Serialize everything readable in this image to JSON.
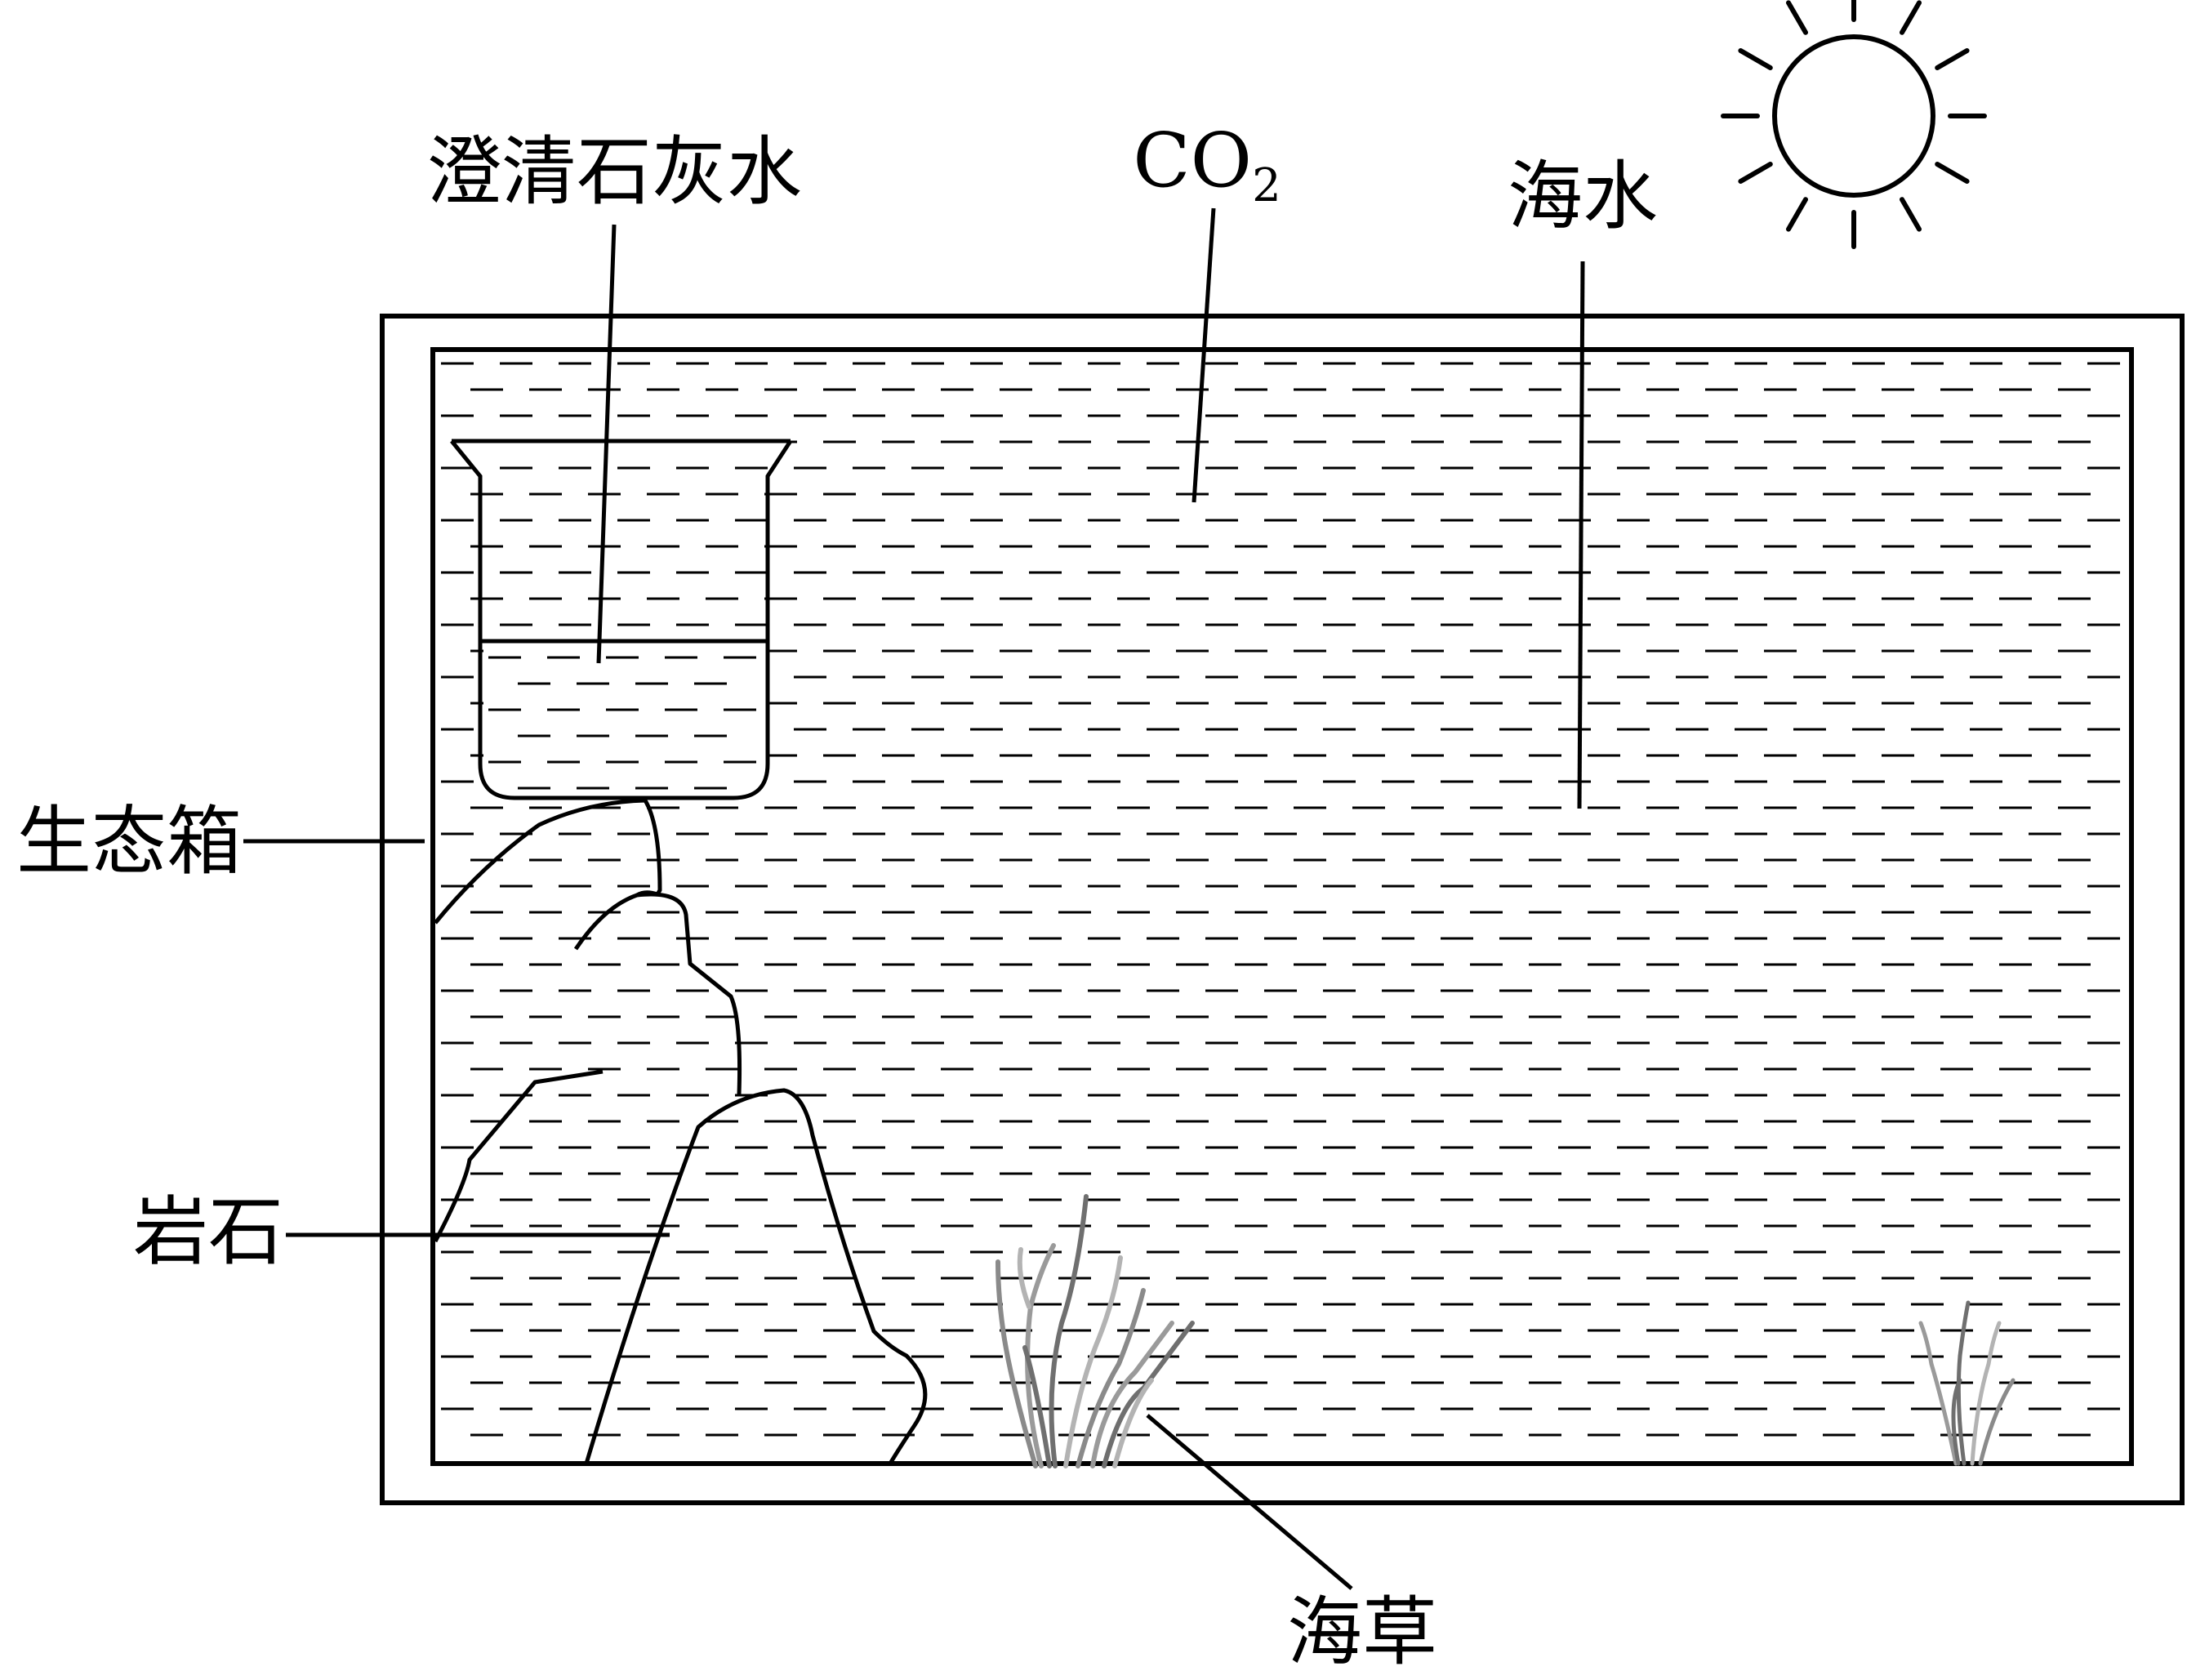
{
  "labels": {
    "limewater": "澄清石灰水",
    "co2_main": "CO",
    "co2_sub": "2",
    "seawater": "海水",
    "eco_box": "生态箱",
    "rock": "岩石",
    "seagrass": "海草"
  },
  "colors": {
    "ink": "#000000",
    "background": "#ffffff",
    "fish_body": "#8a8a8a",
    "fish_light": "#c4c4c4",
    "fish_dark": "#3a3a3a",
    "grass": [
      "#9a9a9a",
      "#6f6f6f",
      "#b3b3b3"
    ]
  },
  "icons": [
    "sun-icon",
    "fish-icon",
    "seagrass-icon",
    "beaker-icon",
    "rock-icon"
  ]
}
